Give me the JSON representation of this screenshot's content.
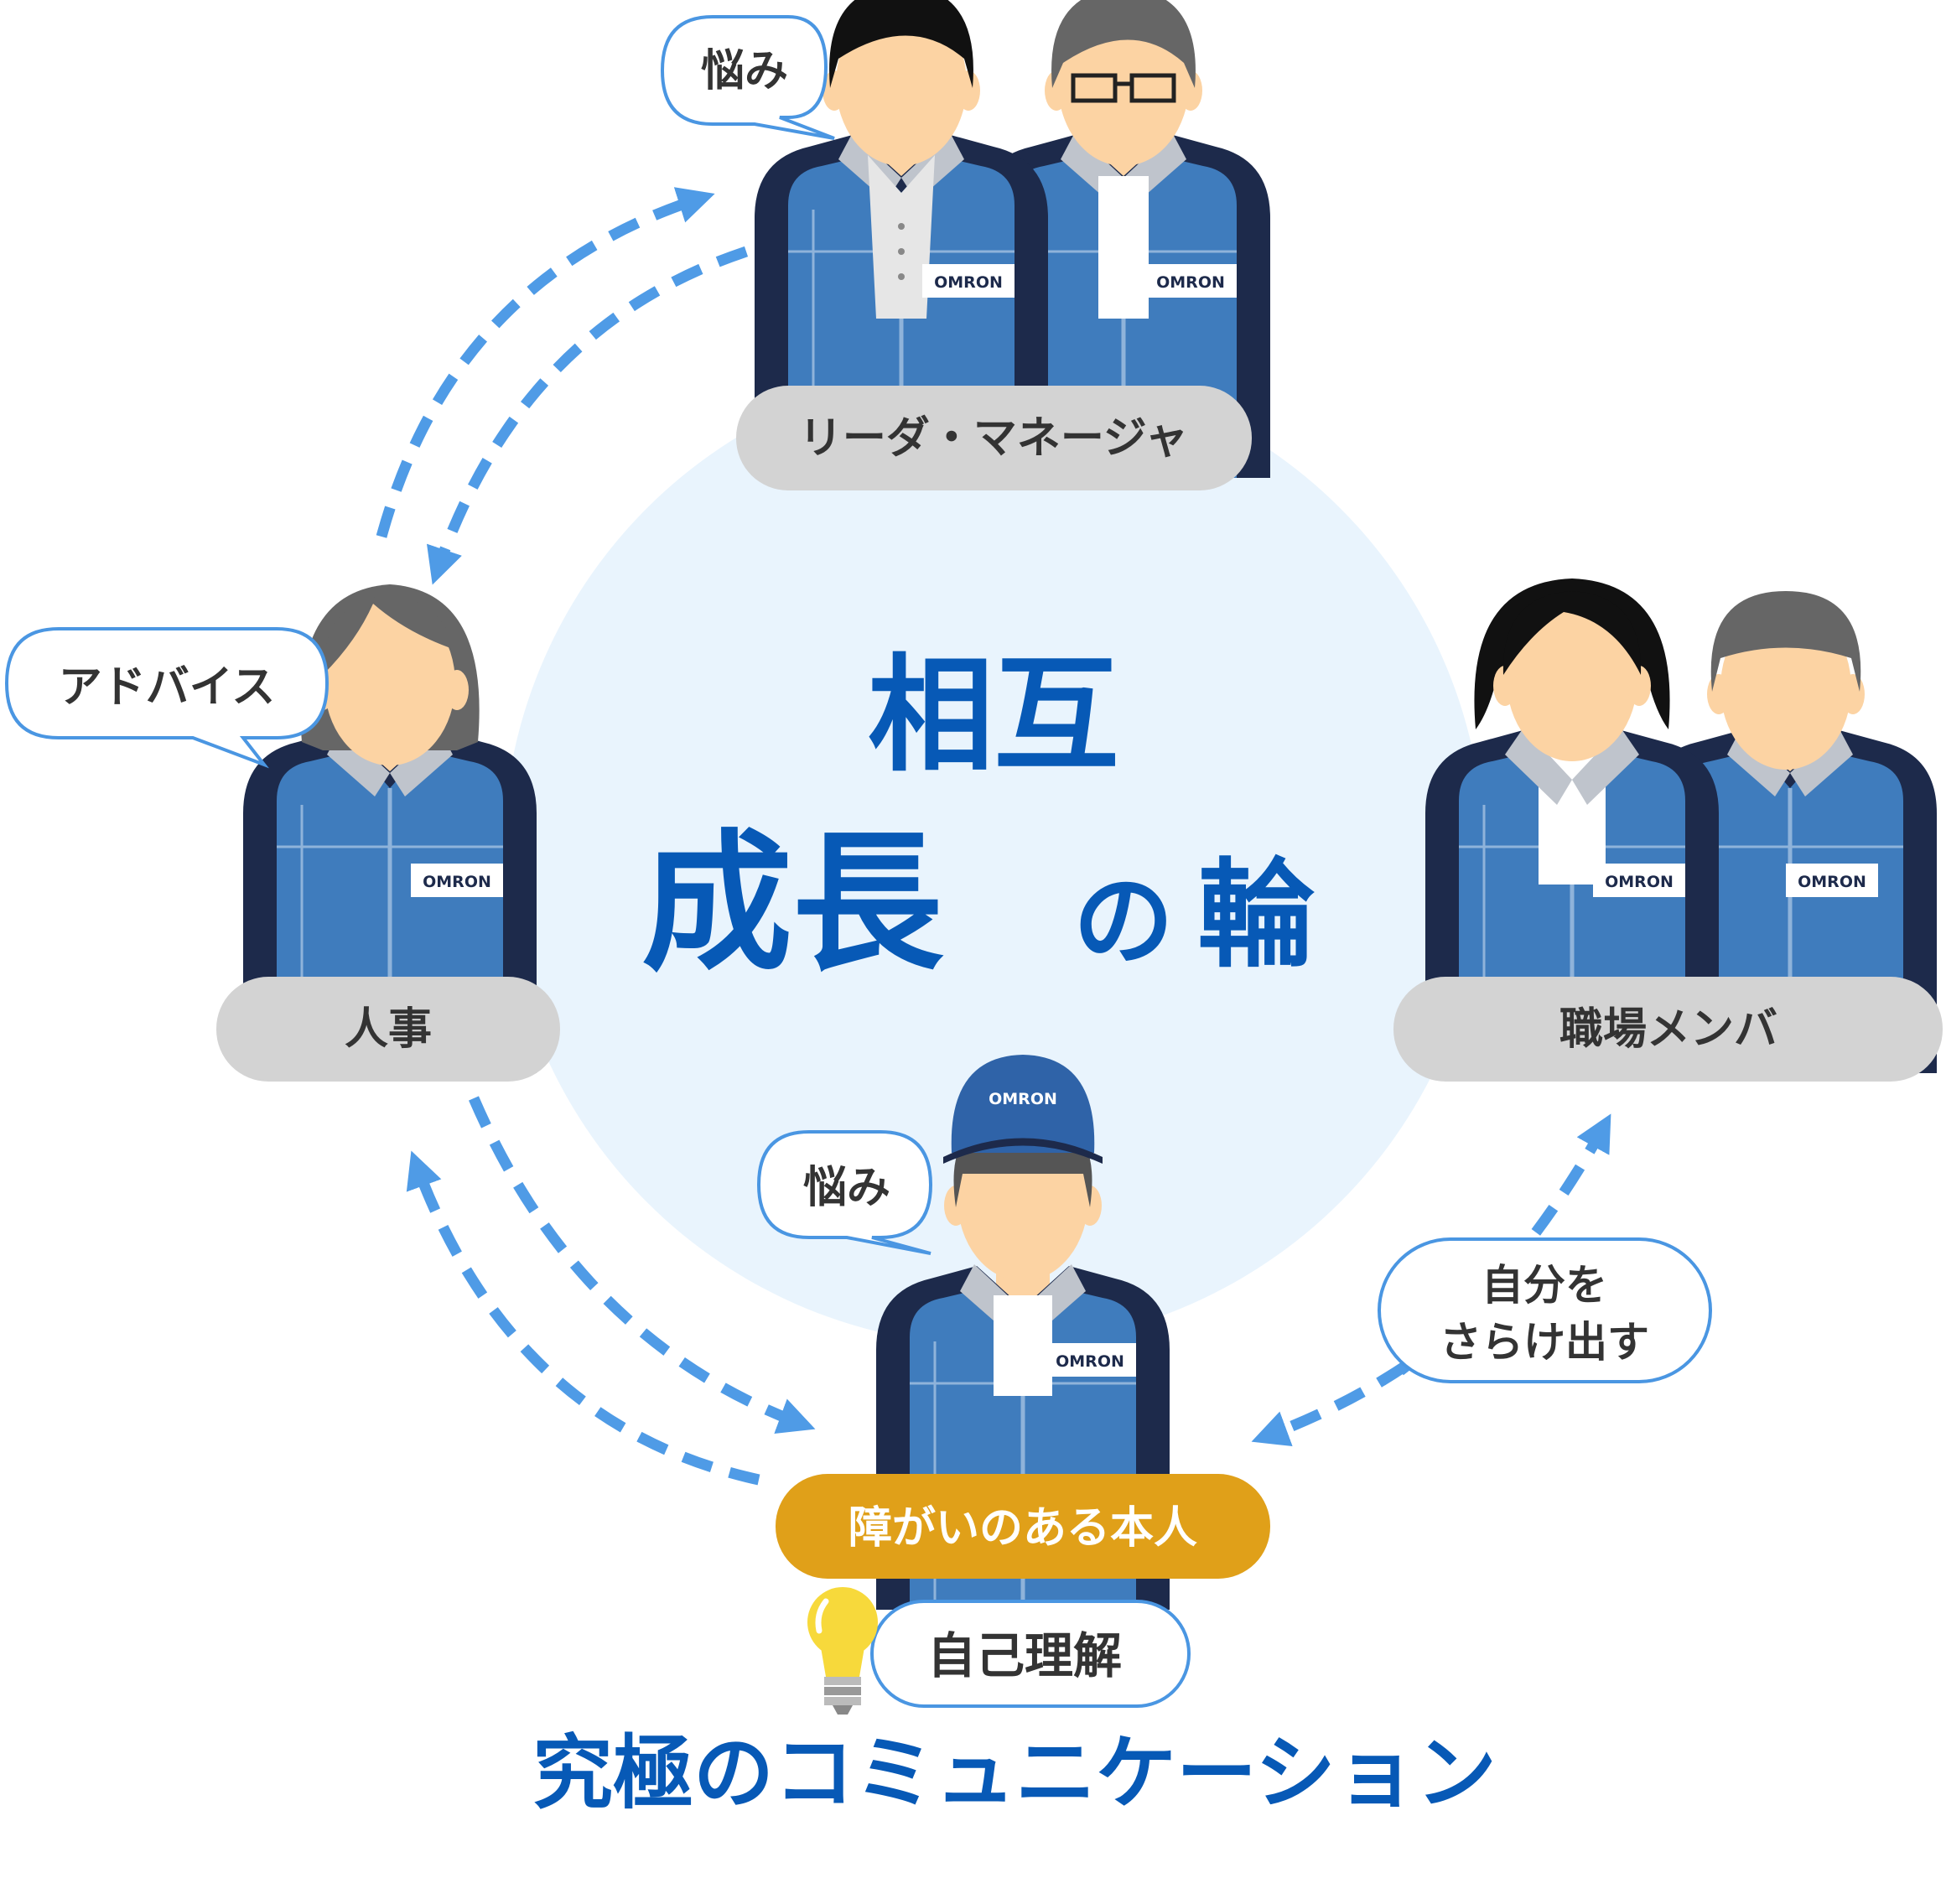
{
  "center": {
    "line1": "相互",
    "line2_big": "成長",
    "line2_small": "の",
    "line2_end": "輪"
  },
  "groups": {
    "top": {
      "label": "リーダ・マネージャ",
      "bubble": "悩み"
    },
    "left": {
      "label": "人事",
      "bubble": "アドバイス"
    },
    "right": {
      "label": "職場メンバ"
    },
    "bottom": {
      "label": "障がいのある本人",
      "bubble": "悩み"
    }
  },
  "right_bubble": {
    "line1": "自分を",
    "line2": "さらけ出す"
  },
  "self_understanding": "自己理解",
  "footer_title": "究極のコミュニケーション",
  "badge_text": "OMRON",
  "colors": {
    "primary_blue": "#0759b6",
    "circle_bg": "#e9f4fd",
    "arrow_blue": "#4f9be6",
    "jacket_light": "#3f7cbd",
    "jacket_dark": "#1d2a4b",
    "pill_gray": "#d3d3d3",
    "pill_orange": "#e0a019",
    "bubble_border": "#4a96e2",
    "skin": "#fcd3a3",
    "text_dark": "#333333"
  }
}
